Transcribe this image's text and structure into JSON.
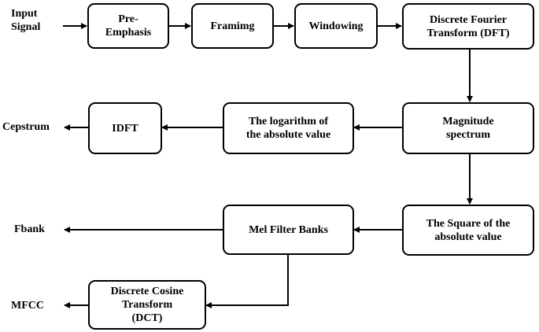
{
  "nodes": {
    "input": "Input\nSignal",
    "pre_emphasis": "Pre-\nEmphasis",
    "framing": "Framimg",
    "windowing": "Windowing",
    "dft": "Discrete Fourier\nTransform (DFT)",
    "magnitude": "Magnitude\nspectrum",
    "logarithm": "The logarithm of\nthe absolute value",
    "idft": "IDFT",
    "cepstrum": "Cepstrum",
    "square": "The Square  of the\nabsolute value",
    "mel": "Mel Filter Banks",
    "fbank": "Fbank",
    "dct": "Discrete Cosine\nTransform\n(DCT)",
    "mfcc": "MFCC"
  }
}
